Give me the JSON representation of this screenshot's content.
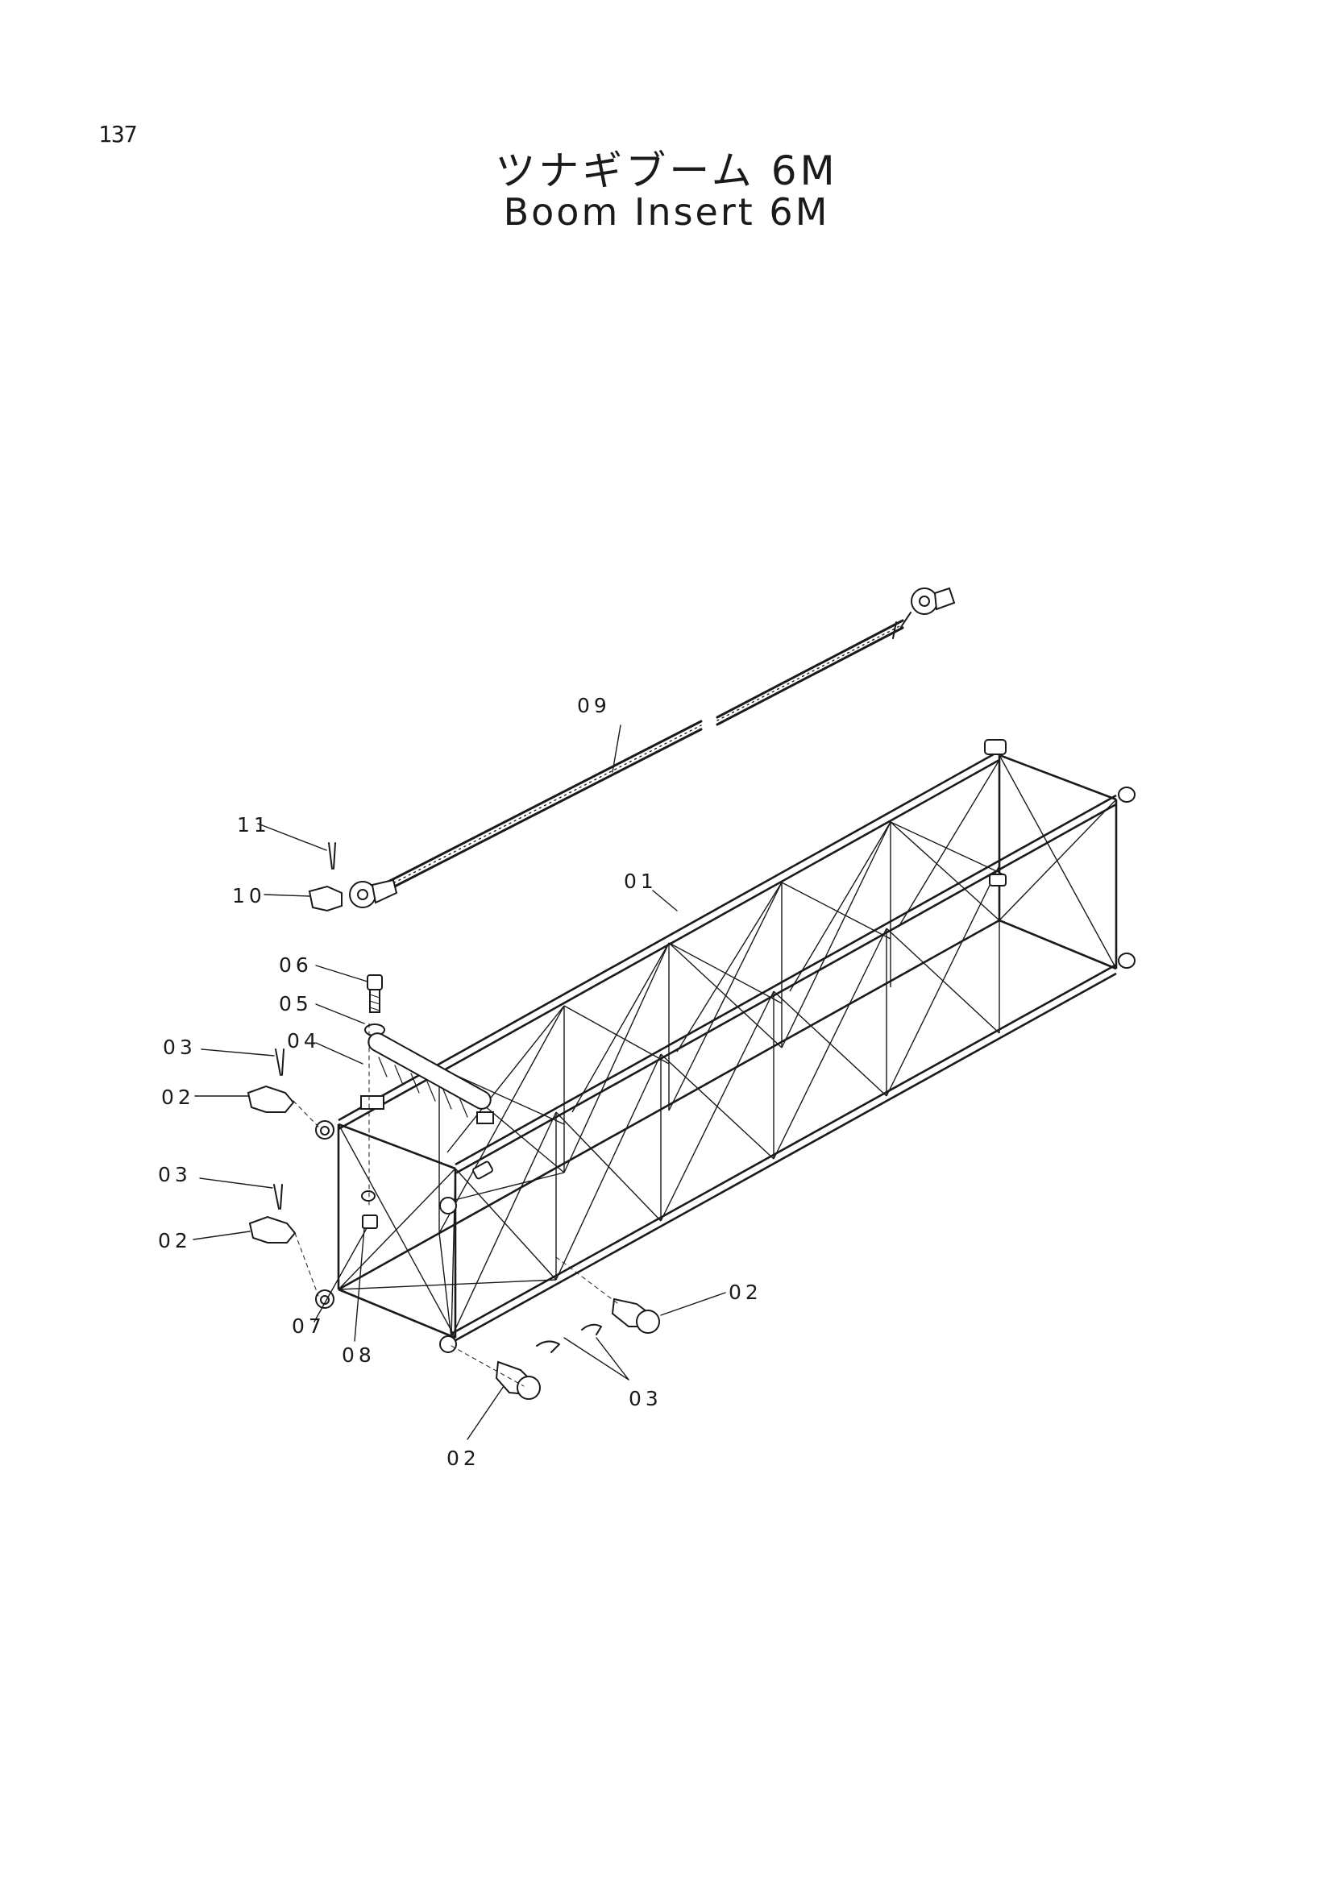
{
  "page_number": "137",
  "title_jp": "ツナギブーム 6M",
  "title_en": "Boom Insert 6M",
  "callouts": {
    "c01": "01",
    "c02a": "02",
    "c02b": "02",
    "c02c": "02",
    "c02d": "02",
    "c03a": "03",
    "c03b": "03",
    "c03c": "03",
    "c04": "04",
    "c05": "05",
    "c06": "06",
    "c07": "07",
    "c08": "08",
    "c09": "09",
    "c10": "10",
    "c11": "11"
  }
}
